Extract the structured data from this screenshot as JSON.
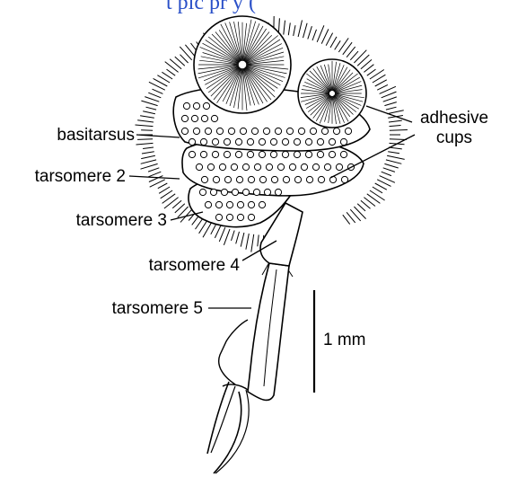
{
  "header_fragment": "t pic  pr  y  (",
  "labels": {
    "basitarsus": "basitarsus",
    "tarsomere2": "tarsomere 2",
    "tarsomere3": "tarsomere 3",
    "tarsomere4": "tarsomere 4",
    "tarsomere5": "tarsomere 5",
    "adhesive_line1": "adhesive",
    "adhesive_line2": "cups",
    "scale": "1 mm"
  },
  "colors": {
    "ink": "#000000",
    "header": "#2a50c8",
    "background": "#ffffff"
  }
}
